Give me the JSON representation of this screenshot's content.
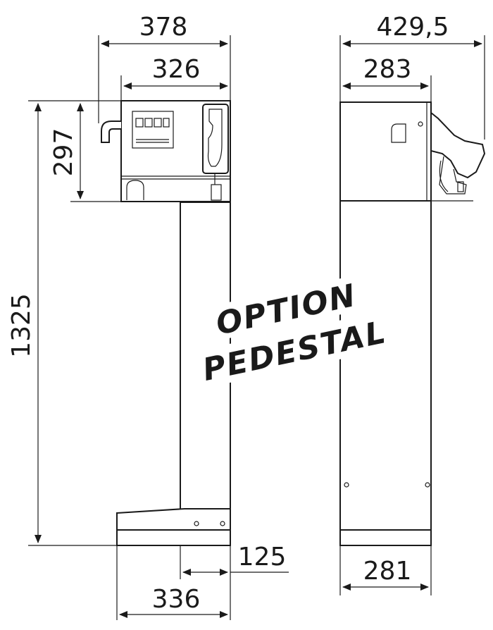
{
  "dimensions": {
    "front_total_width": "378",
    "front_body_width": "326",
    "body_height": "297",
    "total_height": "1325",
    "pedestal_offset": "125",
    "base_width": "336",
    "side_total_width": "429,5",
    "side_body_width": "283",
    "side_base_width": "281"
  },
  "overlay": {
    "line1": "OPTION",
    "line2": "PEDESTAL"
  },
  "colors": {
    "ink": "#1a1a1a",
    "background": "#ffffff"
  }
}
